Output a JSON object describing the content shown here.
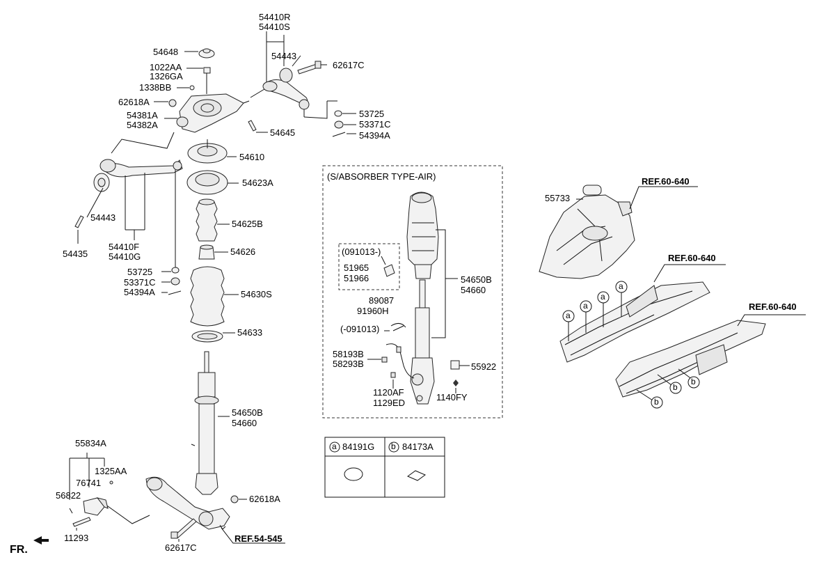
{
  "callouts": {
    "c54410R": "54410R",
    "c54410S": "54410S",
    "c54648": "54648",
    "c54443_top": "54443",
    "c62617C_top": "62617C",
    "c1022AA": "1022AA",
    "c1326GA": "1326GA",
    "c1338BB": "1338BB",
    "c62618A_top": "62618A",
    "c54381A": "54381A",
    "c54382A": "54382A",
    "c53725_top": "53725",
    "c53371C_top": "53371C",
    "c54394A_top": "54394A",
    "c54645": "54645",
    "c54610": "54610",
    "c54623A": "54623A",
    "c54443_left": "54443",
    "c54625B": "54625B",
    "c54435": "54435",
    "c54410F": "54410F",
    "c54410G": "54410G",
    "c54626": "54626",
    "c53725_mid": "53725",
    "c53371C_mid": "53371C",
    "c54394A_mid": "54394A",
    "c54630S": "54630S",
    "c54633": "54633",
    "c54650B_left": "54650B",
    "c54660_left": "54660",
    "c55834A": "55834A",
    "c1325AA": "1325AA",
    "c76741": "76741",
    "c56822": "56822",
    "c62618A_bot": "62618A",
    "c11293": "11293",
    "c62617C_bot": "62617C",
    "c51965": "51965",
    "c51966": "51966",
    "c091013_dash": "(091013-)",
    "c54650B_air": "54650B",
    "c54660_air": "54660",
    "c89087": "89087",
    "c91960H": "91960H",
    "c091013_neg": "(-091013)",
    "c58193B": "58193B",
    "c58293B": "58293B",
    "c55922": "55922",
    "c1120AF": "1120AF",
    "c1129ED": "1129ED",
    "c1140FY": "1140FY",
    "c55733": "55733"
  },
  "refs": {
    "ref_54_545": "REF.54-545",
    "ref_60_640_a": "REF.60-640",
    "ref_60_640_b": "REF.60-640",
    "ref_60_640_c": "REF.60-640"
  },
  "air_box": {
    "title": "(S/ABSORBER TYPE-AIR)"
  },
  "legend": {
    "a_letter": "a",
    "a_part": "84191G",
    "b_letter": "b",
    "b_part": "84173A"
  },
  "markers": {
    "a": "a",
    "b": "b"
  },
  "fr_label": "FR."
}
